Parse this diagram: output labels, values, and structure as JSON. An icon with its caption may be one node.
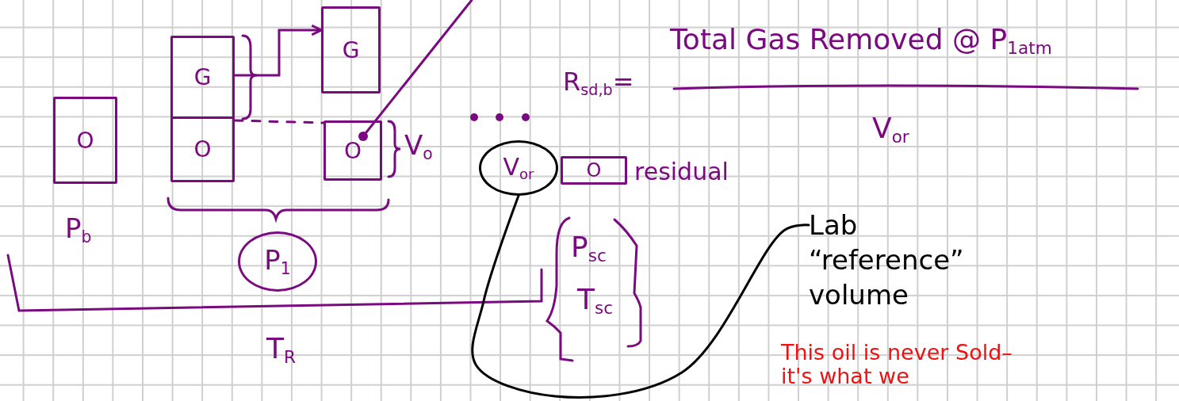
{
  "diagram": {
    "nodes": [
      {
        "text": [
          "O"
        ],
        "beside": [
          "P$_{b}$"
        ]
      },
      {
        "text": [
          "G"
        ]
      },
      {
        "text": [
          "O"
        ]
      },
      {
        "text": [
          "G"
        ]
      },
      {
        "text": [
          "O"
        ],
        "beside": [
          "V$_{o}$"
        ]
      },
      {
        "text": [
          "V$_{or}$"
        ]
      },
      {
        "text": [
          "O"
        ],
        "beside": [
          "residual"
        ]
      },
      {
        "text": [
          "Lab “reference” volume"
        ]
      },
      {
        "text": [
          "P$_{1}$"
        ]
      }
    ],
    "edges": [
      {
        "from": 1,
        "to": 3,
        "arrow": "to"
      },
      {
        "from": 2,
        "to": 4,
        "arrow": "none",
        "style": "dashed"
      },
      {
        "from": null,
        "to": 4,
        "arrow": "other"
      },
      {
        "from": 5,
        "to": 7,
        "arrow": "none",
        "color": "#000000"
      }
    ],
    "labels": [
      "Total Gas Removed @ P$_{1atm}$",
      "R$_{sd,b}$=",
      "V$_{or}$",
      "P$_{sc}$",
      "T$_{sc}$",
      "T$_{R}$",
      "This oil is never Sold– it's what we"
    ]
  }
}
